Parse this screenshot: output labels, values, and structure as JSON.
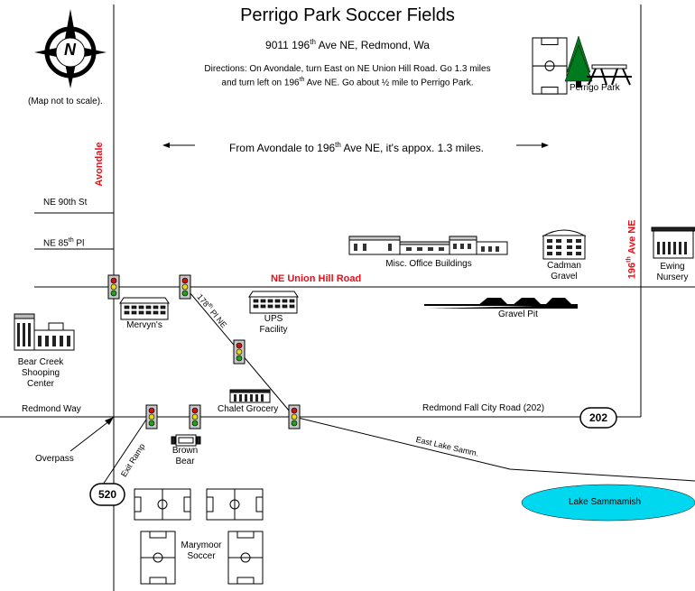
{
  "title": "Perrigo Park Soccer Fields",
  "address": {
    "prefix": "9011 196",
    "sup": "th",
    "suffix": " Ave NE, Redmond, Wa"
  },
  "directions": {
    "line1": "Directions: On Avondale, turn East on NE Union Hill Road. Go 1.3 miles",
    "line2_prefix": "and turn left on 196",
    "line2_sup": "th",
    "line2_suffix": " Ave NE. Go about ½ mile to Perrigo Park."
  },
  "scale_note": "(Map not to scale).",
  "compass_letter": "N",
  "distance_note": {
    "prefix": "From Avondale to 196",
    "sup": "th",
    "suffix": " Ave NE, it's appox. 1.3 miles."
  },
  "roads": {
    "avondale": "Avondale",
    "ne90": "NE 90th St",
    "ne85": {
      "prefix": "NE 85",
      "sup": "th",
      "suffix": " Pl"
    },
    "union_hill": "NE Union Hill Road",
    "ave196": {
      "prefix": "196",
      "sup": "th",
      "suffix": " Ave NE"
    },
    "pl178": {
      "prefix": "178",
      "sup": "th",
      "suffix": " Pl NE"
    },
    "redmond_way": "Redmond Way",
    "fall_city": "Redmond Fall City Road (202)",
    "east_lake": "East Lake Samm.",
    "exit_ramp": "Exit Ramp",
    "overpass": "Overpass"
  },
  "shields": {
    "sr520": "520",
    "sr202": "202"
  },
  "places": {
    "perrigo": "Perrigo Park",
    "office": "Misc. Office Buildings",
    "cadman_1": "Cadman",
    "cadman_2": "Gravel",
    "ewing_1": "Ewing",
    "ewing_2": "Nursery",
    "mervyns": "Mervyn's",
    "ups_1": "UPS",
    "ups_2": "Facility",
    "gravel_pit": "Gravel Pit",
    "bear_creek_1": "Bear Creek",
    "bear_creek_2": "Shooping",
    "bear_creek_3": "Center",
    "chalet": "Chalet Grocery",
    "brown_bear_1": "Brown",
    "brown_bear_2": "Bear",
    "lake": "Lake Sammamish",
    "marymoor_1": "Marymoor",
    "marymoor_2": "Soccer"
  },
  "colors": {
    "road_label": "#e8101a",
    "lake": "#00d8f0",
    "tree": "#007a1f",
    "light_red": "#c81414",
    "light_yellow": "#e8d814",
    "light_green": "#20a020"
  }
}
